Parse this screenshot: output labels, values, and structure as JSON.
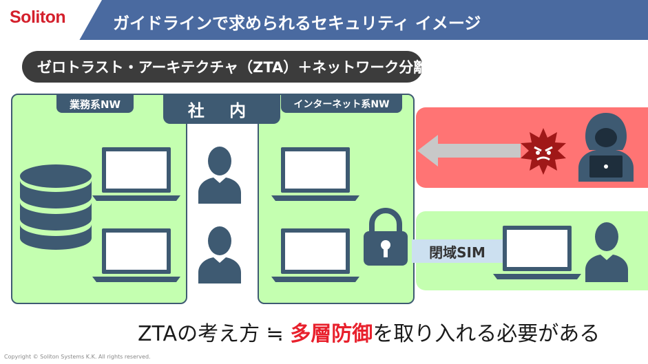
{
  "header": {
    "logo": "Soliton",
    "title": "ガイドラインで求められるセキュリティ イメージ"
  },
  "subtitle": "ゼロトラスト・アーキテクチャ（ZTA）＋ネットワーク分離",
  "zones": {
    "business_nw": "業務系NW",
    "internal": "社 内",
    "internet_nw": "インターネット系NW",
    "closed_sim": "閉域SIM"
  },
  "bottom": {
    "prefix": "ZTAの考え方 ≒ ",
    "highlight": "多層防御",
    "suffix": "を取り入れる必要がある"
  },
  "copyright": "Copyright © Soliton Systems K.K. All rights reserved.",
  "icons": [
    "database-icon",
    "laptop-icon",
    "person-icon",
    "lock-icon",
    "virus-icon",
    "hacker-icon",
    "arrow-left-icon"
  ],
  "colors": {
    "header_bar": "#4a6aa0",
    "brand_red": "#d4202c",
    "zone_green": "#c4ffb0",
    "zone_red": "#ff7474",
    "zone_border": "#3e5a72",
    "icon_dark": "#3e5a72",
    "highlight_red": "#e8202c"
  }
}
